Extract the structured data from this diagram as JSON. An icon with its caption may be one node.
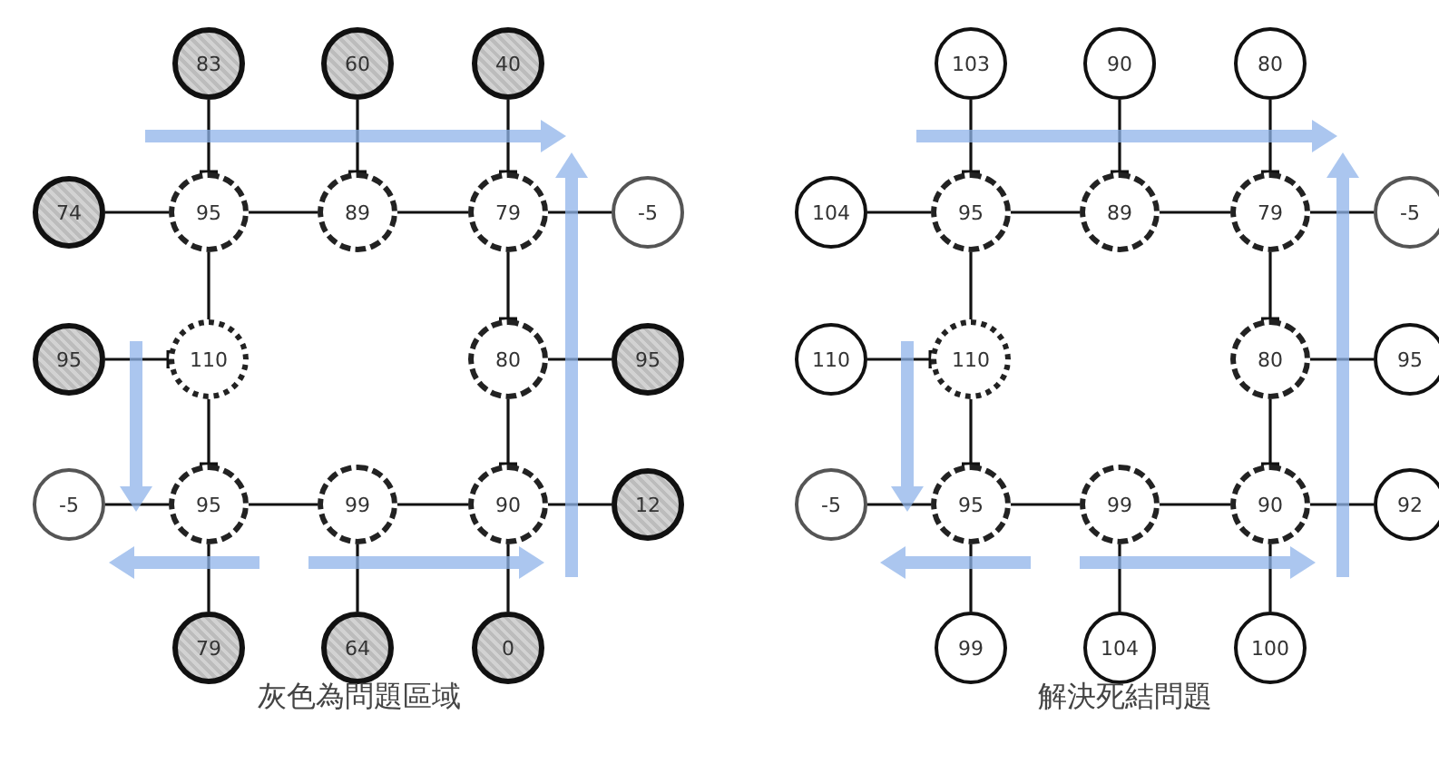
{
  "diagram": {
    "nodes": [
      {
        "text": [
          "83"
        ]
      },
      {
        "text": [
          "60"
        ]
      },
      {
        "text": [
          "40"
        ]
      },
      {
        "text": [
          "74"
        ]
      },
      {
        "text": [
          "95"
        ]
      },
      {
        "text": [
          "89"
        ]
      },
      {
        "text": [
          "79"
        ]
      },
      {
        "text": [
          "-5"
        ]
      },
      {
        "text": [
          "95"
        ]
      },
      {
        "text": [
          "110"
        ]
      },
      {
        "text": [
          "80"
        ]
      },
      {
        "text": [
          "95"
        ]
      },
      {
        "text": [
          "-5"
        ]
      },
      {
        "text": [
          "95"
        ]
      },
      {
        "text": [
          "99"
        ]
      },
      {
        "text": [
          "90"
        ]
      },
      {
        "text": [
          "12"
        ]
      },
      {
        "text": [
          "79"
        ]
      },
      {
        "text": [
          "64"
        ]
      },
      {
        "text": [
          "0"
        ]
      },
      {
        "text": [
          "103"
        ]
      },
      {
        "text": [
          "90"
        ]
      },
      {
        "text": [
          "80"
        ]
      },
      {
        "text": [
          "104"
        ]
      },
      {
        "text": [
          "95"
        ]
      },
      {
        "text": [
          "89"
        ]
      },
      {
        "text": [
          "79"
        ]
      },
      {
        "text": [
          "-5"
        ]
      },
      {
        "text": [
          "110"
        ]
      },
      {
        "text": [
          "110"
        ]
      },
      {
        "text": [
          "80"
        ]
      },
      {
        "text": [
          "95"
        ]
      },
      {
        "text": [
          "-5"
        ]
      },
      {
        "text": [
          "95"
        ]
      },
      {
        "text": [
          "99"
        ]
      },
      {
        "text": [
          "90"
        ]
      },
      {
        "text": [
          "92"
        ]
      },
      {
        "text": [
          "99"
        ]
      },
      {
        "text": [
          "104"
        ]
      },
      {
        "text": [
          "100"
        ]
      }
    ],
    "edges": [
      {
        "from": 0,
        "to": 4,
        "arrow": "other"
      },
      {
        "from": 1,
        "to": 5,
        "arrow": "other"
      },
      {
        "from": 2,
        "to": 6,
        "arrow": "other"
      },
      {
        "from": 3,
        "to": 4,
        "arrow": "none"
      },
      {
        "from": 4,
        "to": 5,
        "arrow": "none"
      },
      {
        "from": 5,
        "to": 6,
        "arrow": "none"
      },
      {
        "from": 6,
        "to": 7,
        "arrow": "none"
      },
      {
        "from": 4,
        "to": 9,
        "arrow": "none"
      },
      {
        "from": 8,
        "to": 9,
        "arrow": "other"
      },
      {
        "from": 6,
        "to": 10,
        "arrow": "other"
      },
      {
        "from": 10,
        "to": 11,
        "arrow": "none"
      },
      {
        "from": 9,
        "to": 13,
        "arrow": "other"
      },
      {
        "from": 10,
        "to": 15,
        "arrow": "other"
      },
      {
        "from": 12,
        "to": 13,
        "arrow": "none"
      },
      {
        "from": 13,
        "to": 14,
        "arrow": "none"
      },
      {
        "from": 14,
        "to": 15,
        "arrow": "none"
      },
      {
        "from": 15,
        "to": 16,
        "arrow": "none"
      },
      {
        "from": 13,
        "to": 17,
        "arrow": "none"
      },
      {
        "from": 14,
        "to": 18,
        "arrow": "none"
      },
      {
        "from": 15,
        "to": 19,
        "arrow": "none"
      },
      {
        "from": 20,
        "to": 24,
        "arrow": "other"
      },
      {
        "from": 21,
        "to": 25,
        "arrow": "other"
      },
      {
        "from": 22,
        "to": 26,
        "arrow": "other"
      },
      {
        "from": 23,
        "to": 24,
        "arrow": "none"
      },
      {
        "from": 24,
        "to": 25,
        "arrow": "none"
      },
      {
        "from": 25,
        "to": 26,
        "arrow": "none"
      },
      {
        "from": 26,
        "to": 27,
        "arrow": "none"
      },
      {
        "from": 24,
        "to": 29,
        "arrow": "none"
      },
      {
        "from": 28,
        "to": 29,
        "arrow": "other"
      },
      {
        "from": 26,
        "to": 30,
        "arrow": "other"
      },
      {
        "from": 30,
        "to": 31,
        "arrow": "none"
      },
      {
        "from": 29,
        "to": 33,
        "arrow": "other"
      },
      {
        "from": 30,
        "to": 35,
        "arrow": "other"
      },
      {
        "from": 32,
        "to": 33,
        "arrow": "none"
      },
      {
        "from": 33,
        "to": 34,
        "arrow": "none"
      },
      {
        "from": 34,
        "to": 35,
        "arrow": "none"
      },
      {
        "from": 35,
        "to": 36,
        "arrow": "none"
      },
      {
        "from": 33,
        "to": 37,
        "arrow": "none"
      },
      {
        "from": 34,
        "to": 38,
        "arrow": "none"
      },
      {
        "from": 35,
        "to": 39,
        "arrow": "none"
      }
    ],
    "labels": [
      "灰色為問題區域",
      "解決死結問題"
    ]
  }
}
